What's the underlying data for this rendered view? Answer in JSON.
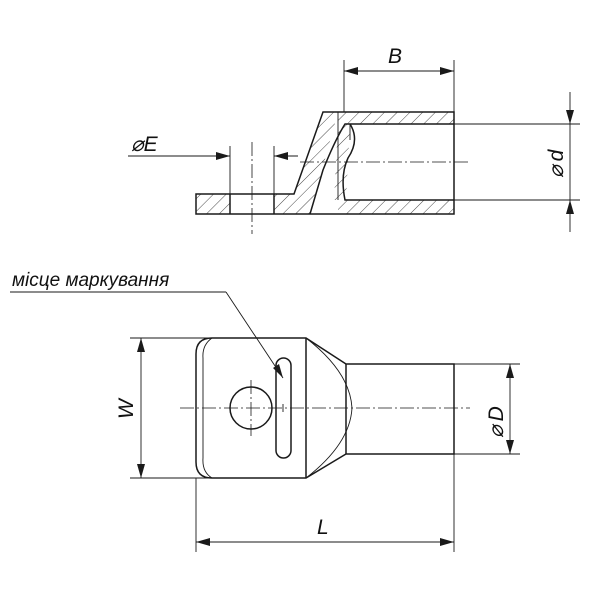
{
  "labels": {
    "B": "B",
    "E": "E",
    "d": "d",
    "W": "W",
    "D": "D",
    "L": "L",
    "marking": "місце маркування"
  },
  "diameter_symbol": "⌀"
}
